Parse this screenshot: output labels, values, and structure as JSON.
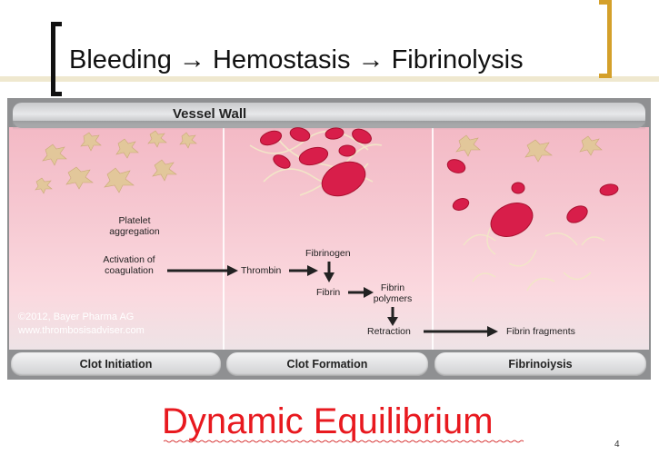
{
  "slide": {
    "title": "Bleeding → Hemostasis → Fibrinolysis",
    "subtitle": "Dynamic Equilibrium",
    "page_number": "4"
  },
  "figure": {
    "vessel_wall_label": "Vessel Wall",
    "panels": [
      {
        "label": "Clot Initiation"
      },
      {
        "label": "Clot Formation"
      },
      {
        "label": "Fibrinoiysis"
      }
    ],
    "labels": {
      "platelet_line1": "Platelet",
      "platelet_line2": "aggregation",
      "activation_line1": "Activation of",
      "activation_line2": "coagulation",
      "thrombin": "Thrombin",
      "fibrinogen": "Fibrinogen",
      "fibrin": "Fibrin",
      "fibrin_polymers_line1": "Fibrin",
      "fibrin_polymers_line2": "polymers",
      "retraction": "Retraction",
      "fibrin_fragments": "Fibrin fragments"
    },
    "credit_line1": "©2012, Bayer Pharma AG",
    "credit_line2": "www.thrombosisadviser.com",
    "colors": {
      "blood_cell": "#d81e4a",
      "platelet": "#e2c79a",
      "fibrin_strand": "#f2e6c8",
      "accent_bracket": "#d4a02a",
      "subtitle": "#e8191f"
    }
  }
}
